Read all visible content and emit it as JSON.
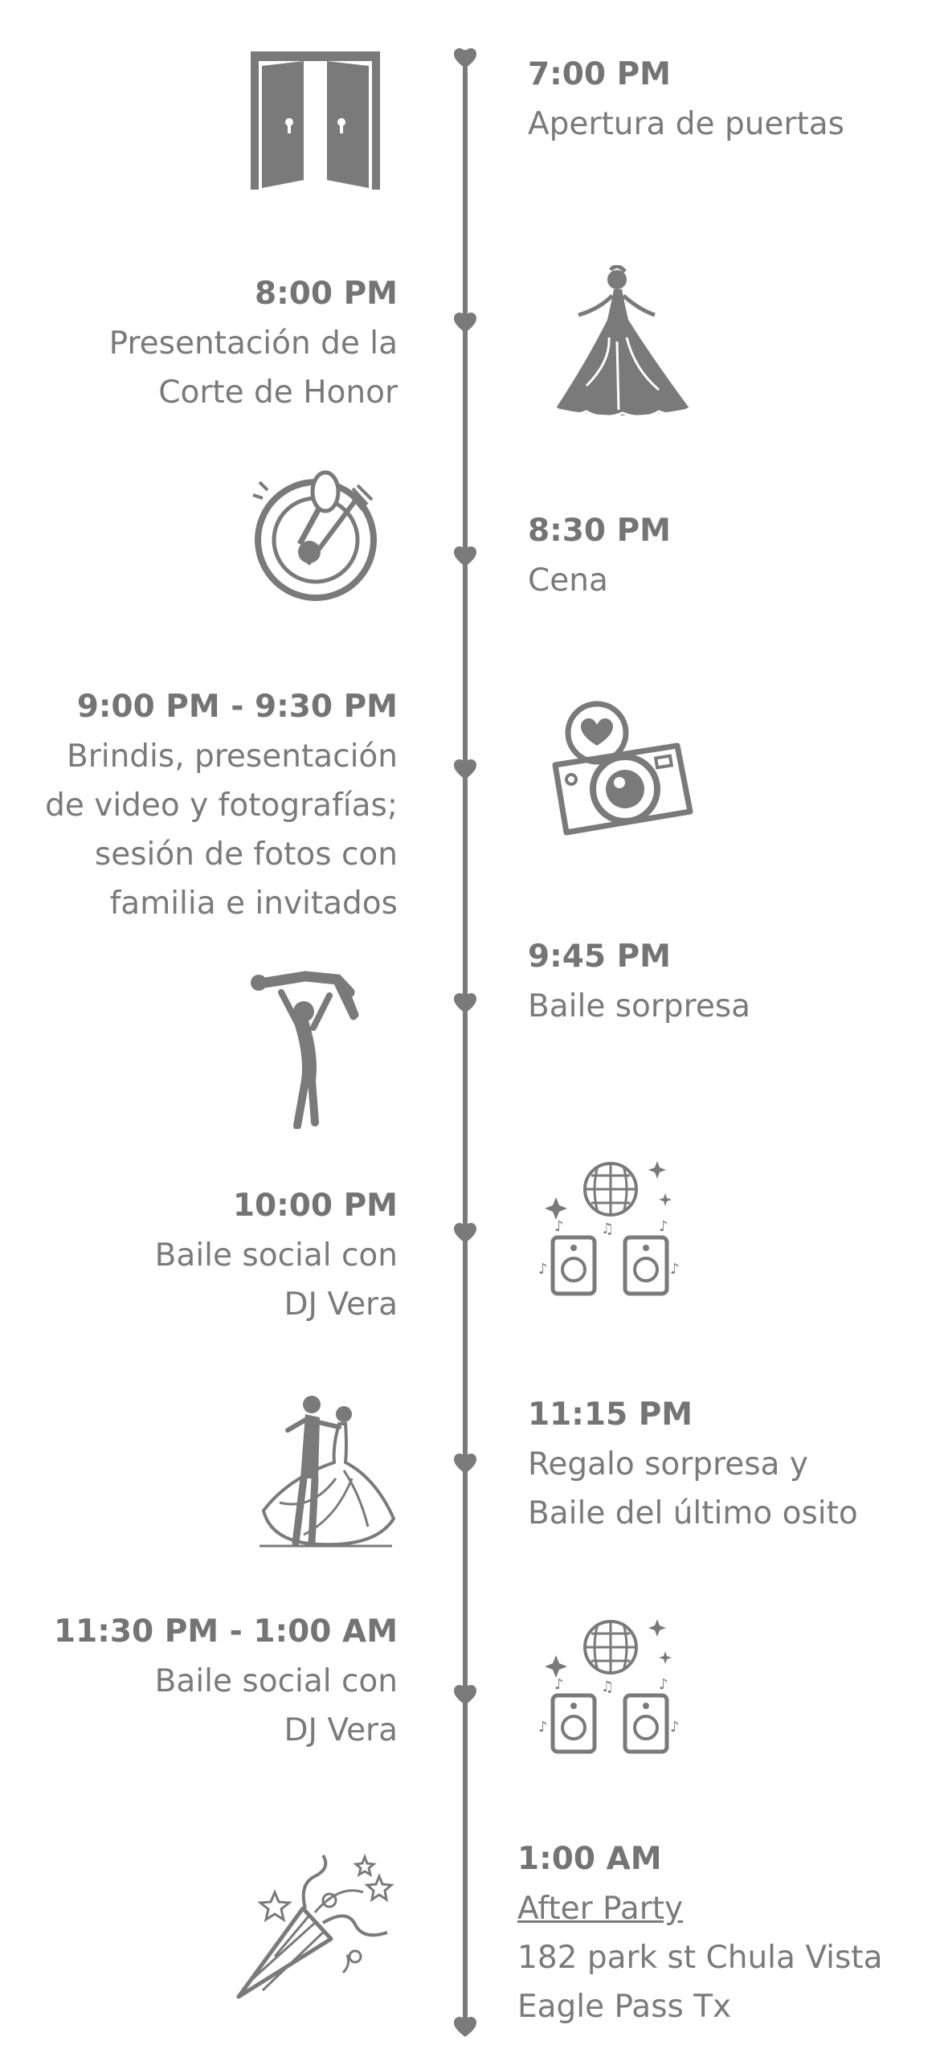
{
  "colors": {
    "line": "#7a7a7a",
    "text": "#777777",
    "icon": "#7a7a7a",
    "background": "#ffffff"
  },
  "events": [
    {
      "time": "7:00 PM",
      "description": "Apertura de puertas",
      "icon": "door-icon"
    },
    {
      "time": "8:00 PM",
      "description": "Presentación de la\nCorte de Honor",
      "icon": "ballgown-icon"
    },
    {
      "time": "8:30 PM",
      "description": "Cena",
      "icon": "dinner-plate-icon"
    },
    {
      "time": "9:00 PM - 9:30 PM",
      "description": "Brindis, presentación\nde video y fotografías;\nsesión de fotos con\nfamilia e invitados",
      "icon": "camera-icon"
    },
    {
      "time": "9:45 PM",
      "description": "Baile sorpresa",
      "icon": "dance-lift-icon"
    },
    {
      "time": "10:00 PM",
      "description": "Baile social con\nDJ Vera",
      "icon": "disco-speakers-icon"
    },
    {
      "time": "11:15 PM",
      "description": "Regalo sorpresa y\nBaile del último osito",
      "icon": "waltz-couple-icon"
    },
    {
      "time": "11:30 PM - 1:00 AM",
      "description": "Baile social con\nDJ Vera",
      "icon": "disco-speakers-icon"
    },
    {
      "time": "1:00 AM",
      "link": "After Party",
      "address": "182 park st Chula Vista\nEagle Pass Tx",
      "icon": "party-popper-icon"
    }
  ]
}
